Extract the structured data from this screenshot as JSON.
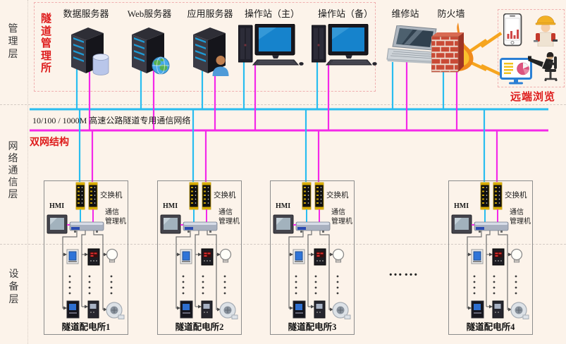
{
  "layers": {
    "management": "管理层",
    "network": "网络通信层",
    "device": "设备层"
  },
  "management_office": {
    "label": "隧道管理所"
  },
  "top_devices": {
    "data_server": "数据服务器",
    "web_server": "Web服务器",
    "app_server": "应用服务器",
    "op_station_main": "操作站（主）",
    "op_station_backup": "操作站（备）",
    "maintenance_station": "维修站",
    "firewall": "防火墙"
  },
  "remote_browse": {
    "label": "远端浏览"
  },
  "network": {
    "bus_label": "10/100 / 1000M 高速公路隧道专用通信网络",
    "structure_label": "双网结构"
  },
  "station_common": {
    "switch_label": "交换机",
    "hmi_label": "HMI",
    "comm_label": "通信\n管理机"
  },
  "stations": {
    "s1": "隧道配电所1",
    "s2": "隧道配电所2",
    "s3": "隧道配电所3",
    "s4": "隧道配电所4"
  },
  "ellipsis": "……",
  "colors": {
    "network_a": "#29bdf0",
    "network_b": "#f428e8",
    "accent_red": "#de1c1c",
    "background": "#fcf3ea"
  }
}
